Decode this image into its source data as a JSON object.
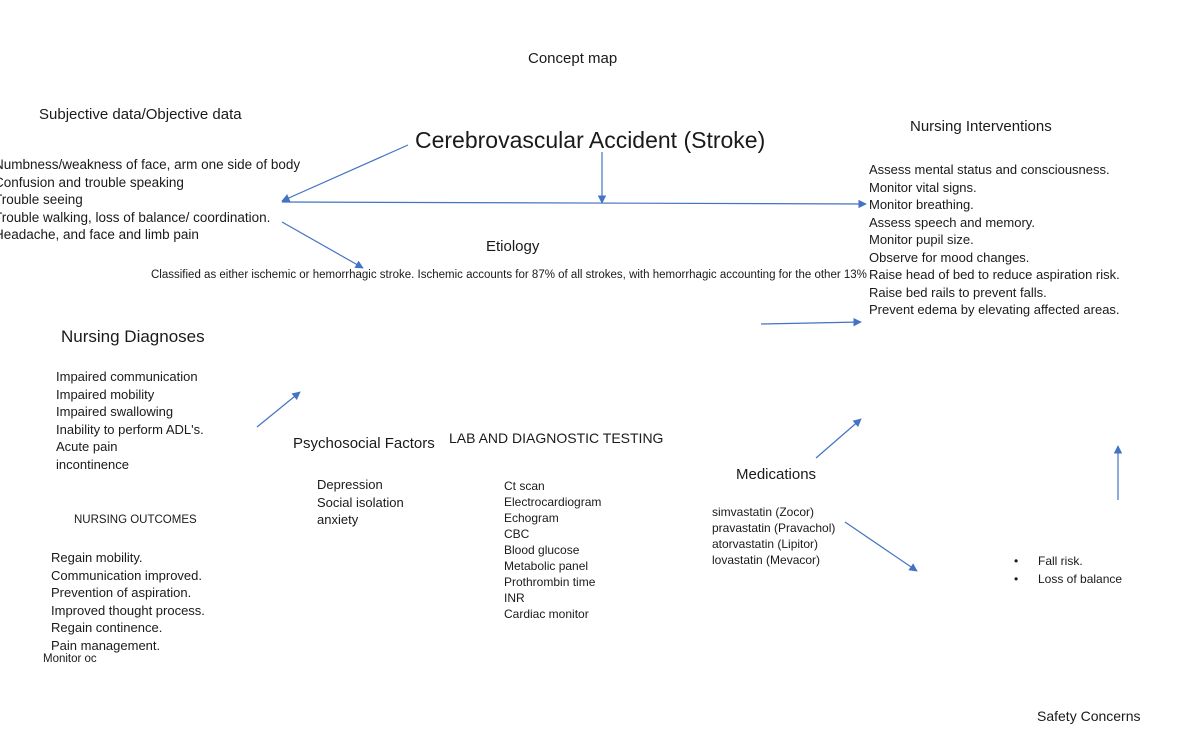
{
  "title": "Concept map",
  "center": "Cerebrovascular Accident (Stroke)",
  "subjective": {
    "heading": "Subjective data/Objective data",
    "items": [
      "Numbness/weakness of face, arm one side of body",
      "Confusion and trouble speaking",
      "Trouble seeing",
      "Trouble walking, loss of balance/ coordination.",
      "Headache, and face and limb pain"
    ]
  },
  "etiology": {
    "heading": "Etiology",
    "text": "Classified as either ischemic or hemorrhagic stroke. Ischemic accounts for 87% of all strokes, with hemorrhagic accounting for the other 13%"
  },
  "interventions": {
    "heading": "Nursing Interventions",
    "items": [
      "Assess mental status and consciousness.",
      "Monitor vital signs.",
      "Monitor breathing.",
      "Assess speech and memory.",
      "Monitor pupil size.",
      "Observe for mood changes.",
      "Raise head of bed to reduce aspiration risk.",
      "Raise bed rails to prevent falls.",
      "Prevent edema by elevating affected areas."
    ]
  },
  "diagnoses": {
    "heading": "Nursing Diagnoses",
    "items": [
      "Impaired communication",
      "Impaired mobility",
      "Impaired swallowing",
      "Inability to perform ADL's.",
      "Acute pain",
      "incontinence"
    ]
  },
  "outcomes": {
    "heading": "NURSING OUTCOMES",
    "items": [
      "Regain mobility.",
      "Communication improved.",
      "Prevention of aspiration.",
      "Improved thought process.",
      "Regain continence.",
      "Pain management."
    ],
    "extra": "Monitor oc"
  },
  "psychosocial": {
    "heading": "Psychosocial Factors",
    "items": [
      "Depression",
      "Social isolation",
      "anxiety"
    ]
  },
  "lab": {
    "heading": "LAB AND DIAGNOSTIC TESTING",
    "items": [
      "Ct scan",
      "Electrocardiogram",
      "Echogram",
      "CBC",
      "Blood glucose",
      "Metabolic panel",
      "Prothrombin time",
      "INR",
      "Cardiac monitor"
    ]
  },
  "medications": {
    "heading": "Medications",
    "items": [
      "simvastatin (Zocor)",
      "pravastatin (Pravachol)",
      "atorvastatin (Lipitor)",
      "lovastatin (Mevacor)"
    ]
  },
  "safety": {
    "heading": "Safety Concerns",
    "items": [
      "Fall risk.",
      "Loss of balance"
    ]
  },
  "colors": {
    "arrow": "#4472c4",
    "text": "#1a1a1a"
  }
}
